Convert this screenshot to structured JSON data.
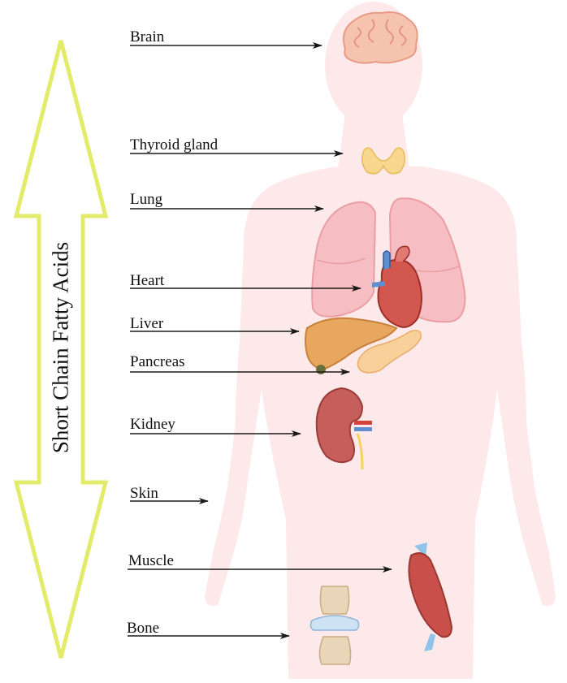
{
  "arrow_label": "Short Chain Fatty Acids",
  "colors": {
    "arrow_outline": "#e4eb6a",
    "body_silhouette": "#fde9e9",
    "leader_line": "#1a1a1a"
  },
  "organs": [
    {
      "label": "Brain",
      "icon": "brain-icon"
    },
    {
      "label": "Thyroid gland",
      "icon": "thyroid-icon"
    },
    {
      "label": "Lung",
      "icon": "lung-icon"
    },
    {
      "label": "Heart",
      "icon": "heart-icon"
    },
    {
      "label": "Liver",
      "icon": "liver-icon"
    },
    {
      "label": "Pancreas",
      "icon": "pancreas-icon"
    },
    {
      "label": "Kidney",
      "icon": "kidney-icon"
    },
    {
      "label": "Skin",
      "icon": "skin-icon"
    },
    {
      "label": "Muscle",
      "icon": "muscle-icon"
    },
    {
      "label": "Bone",
      "icon": "bone-joint-icon"
    }
  ]
}
